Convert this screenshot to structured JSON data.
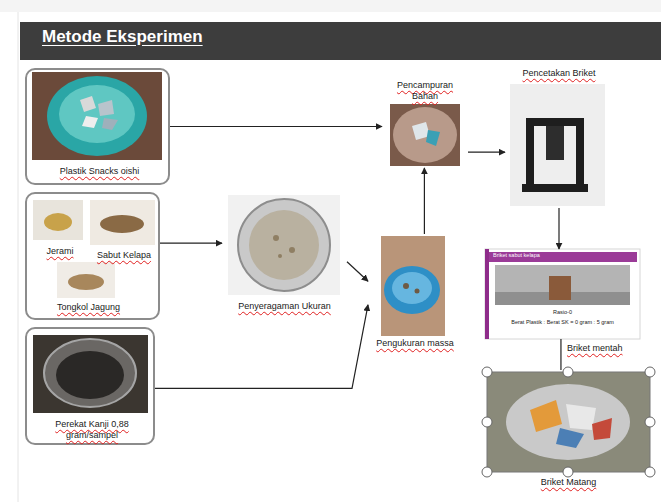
{
  "diagram": {
    "title": "Metode Eksperimen",
    "nodes": [
      {
        "text": [
          "Plastik Snacks oishi"
        ]
      },
      {
        "text": [
          "Jerami",
          "Sabut Kelapa",
          "Tongkol Jagung"
        ]
      },
      {
        "text": [
          "Perekat Kanji 0,88 gram/sampel"
        ]
      },
      {
        "text": [
          "Penyeragaman Ukuran"
        ]
      },
      {
        "text": [
          "Pengukuran massa"
        ]
      },
      {
        "text": [
          "Pencampuran Bahan"
        ]
      },
      {
        "text": [
          "Pencetakan Briket"
        ]
      },
      {
        "text": [
          "Briket sabut kelapa",
          "Rasio-0",
          "Berat Plastik : Berat SK = 0 gram : 5 gram",
          "Briket mentah"
        ]
      },
      {
        "text": [
          "Briket Matang"
        ]
      }
    ],
    "edges": [
      {
        "from": 0,
        "to": 5,
        "arrow": "to"
      },
      {
        "from": 1,
        "to": 3,
        "arrow": "to"
      },
      {
        "from": 3,
        "to": 4,
        "arrow": "to"
      },
      {
        "from": 2,
        "to": 4,
        "arrow": "to"
      },
      {
        "from": 4,
        "to": 5,
        "arrow": "to"
      },
      {
        "from": 5,
        "to": 6,
        "arrow": "to"
      },
      {
        "from": 6,
        "to": 7,
        "arrow": "to"
      },
      {
        "from": 7,
        "to": 8,
        "arrow": "none"
      }
    ]
  }
}
